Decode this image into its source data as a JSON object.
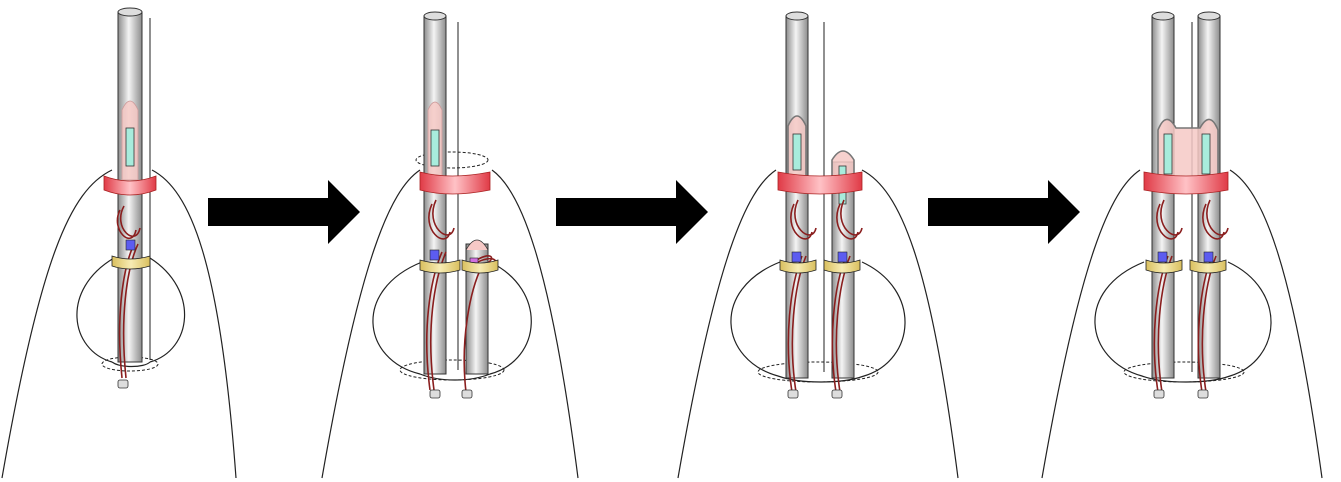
{
  "figure": {
    "kind": "four-stage schematic sequence",
    "stage_count": 4,
    "transition_arrows": 3,
    "text_labels": []
  },
  "colors": {
    "background": "#ffffff",
    "outline": "#222222",
    "rod_light": "#f2f2f2",
    "rod_dark": "#9a9a9a",
    "red_band": "#e8505a",
    "red_band_light": "#ffc4c8",
    "yellow_band": "#e8d27a",
    "pink_tip": "#f6c9c6",
    "cyan_marker": "#a8ecdc",
    "blue_block": "#5c5cf0",
    "magenta_block": "#d070e0",
    "wire": "#8a1e1e",
    "arrow": "#000000"
  }
}
